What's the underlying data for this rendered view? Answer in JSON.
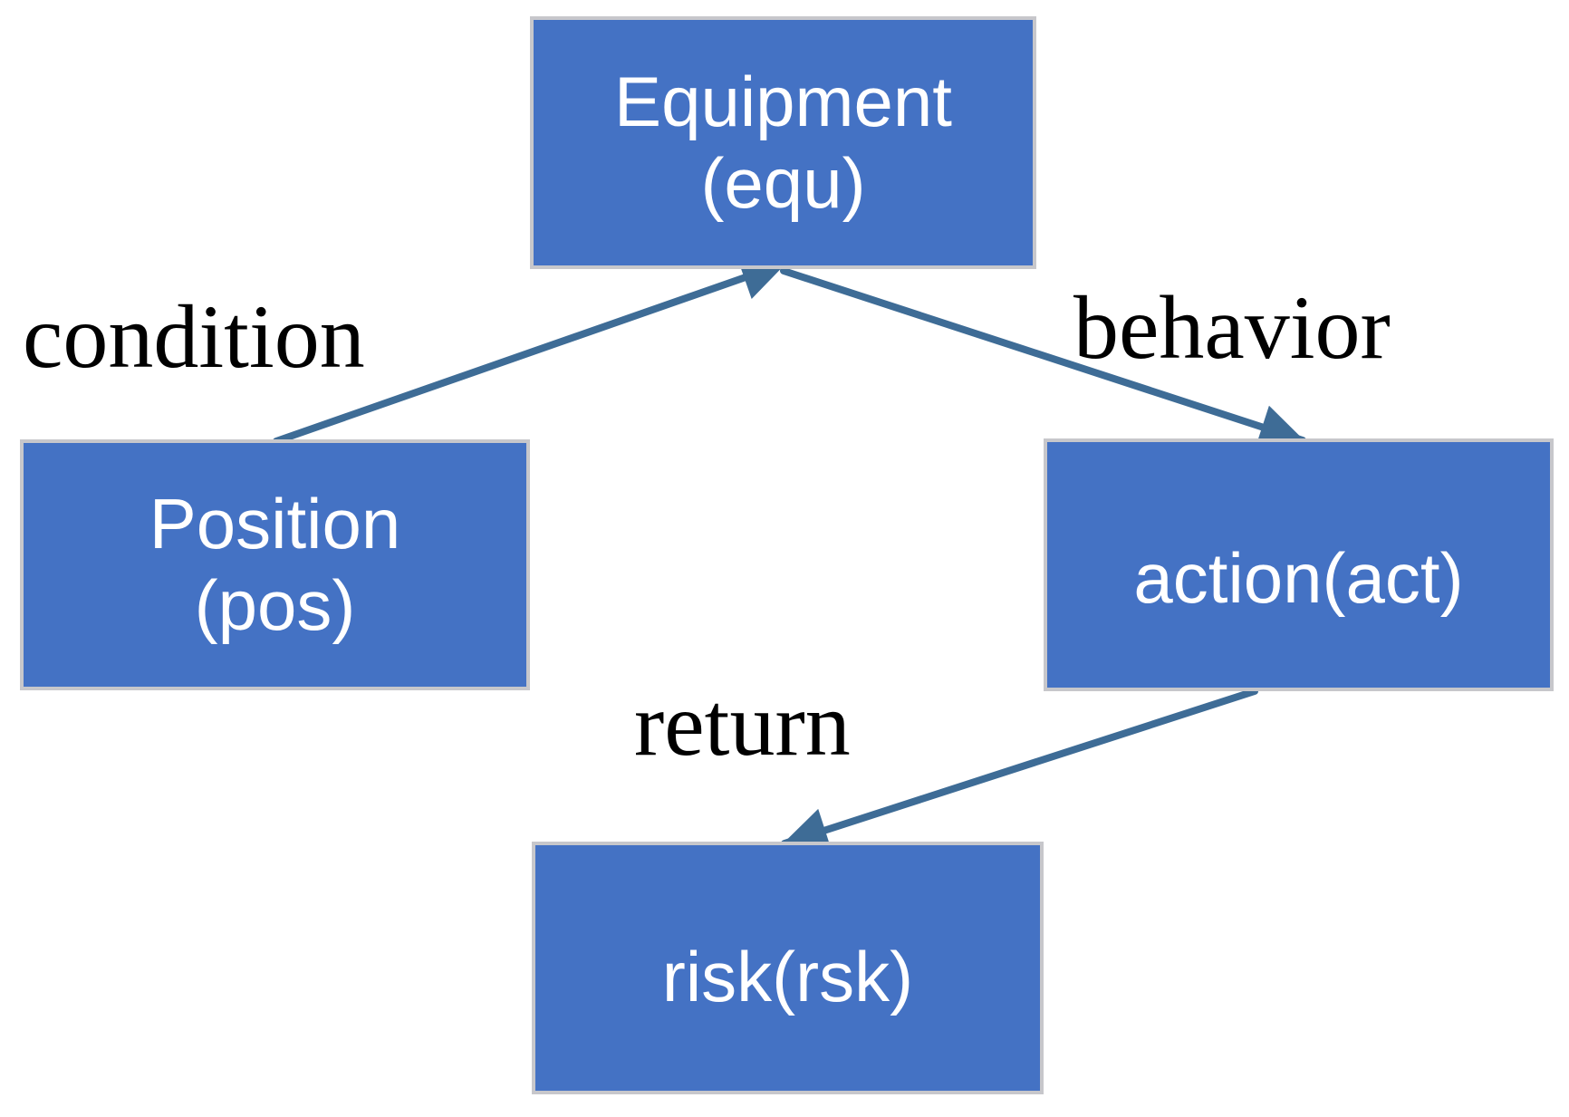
{
  "diagram": {
    "nodes": {
      "equipment": {
        "lines": [
          "Equipment",
          "(equ)"
        ]
      },
      "position": {
        "lines": [
          "Position",
          "(pos)"
        ]
      },
      "action": {
        "lines": [
          "action(act)"
        ]
      },
      "risk": {
        "lines": [
          "risk(rsk)"
        ]
      }
    },
    "edges": [
      {
        "from": "Position (pos)",
        "to": "Equipment (equ)",
        "label": "condition"
      },
      {
        "from": "Equipment (equ)",
        "to": "action(act)",
        "label": "behavior"
      },
      {
        "from": "action(act)",
        "to": "risk(rsk)",
        "label": "return"
      }
    ],
    "colors": {
      "node_fill": "#4472C4",
      "node_border": "#C7C7CB",
      "node_text": "#FFFFFF",
      "arrow": "#3E6C96",
      "label_text": "#000000",
      "background": "#FFFFFF"
    }
  }
}
